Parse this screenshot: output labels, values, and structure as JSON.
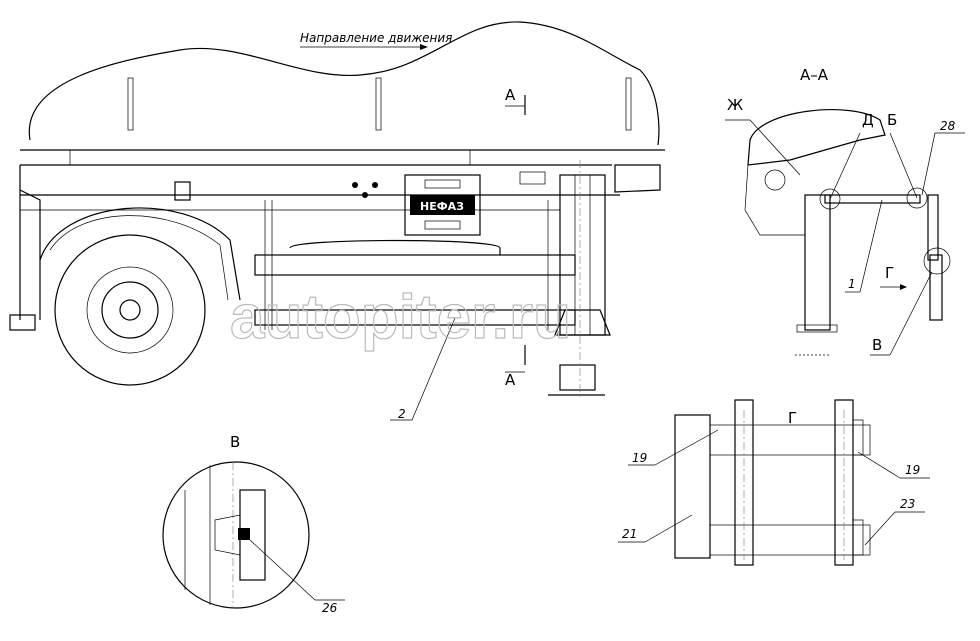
{
  "direction_label": "Направление движения",
  "logo_text": "НЕФАЗ",
  "watermark": "autopiter.ru",
  "section_marks": {
    "a_top": "А",
    "a_bottom": "А"
  },
  "view_titles": {
    "section_aa": "А–А",
    "view_v": "В",
    "view_g": "Г"
  },
  "section_callouts": {
    "zh": "Ж",
    "d": "Д",
    "b": "Б",
    "g": "Г",
    "v": "В"
  },
  "part_numbers": {
    "p28": "28",
    "p1": "1",
    "p2": "2",
    "p26": "26",
    "p19a": "19",
    "p19b": "19",
    "p21": "21",
    "p23": "23"
  }
}
